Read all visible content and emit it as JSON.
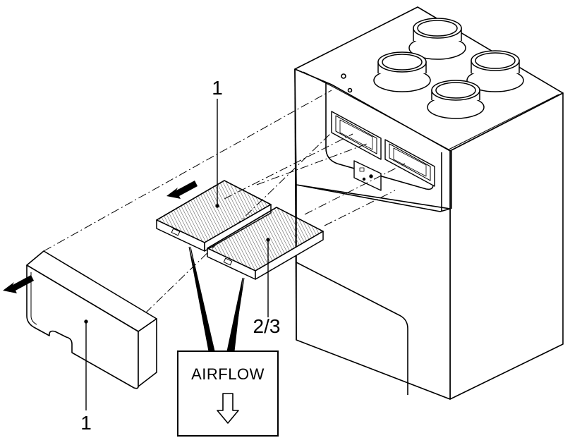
{
  "labels": {
    "filter_top": "1",
    "filter_cover": "1",
    "filter_right": "2/3"
  },
  "airflow_box": {
    "text": "AIRFLOW"
  },
  "colors": {
    "line": "#000000",
    "unit_fill": "#ffffff",
    "filter_pleat": "#555555"
  }
}
